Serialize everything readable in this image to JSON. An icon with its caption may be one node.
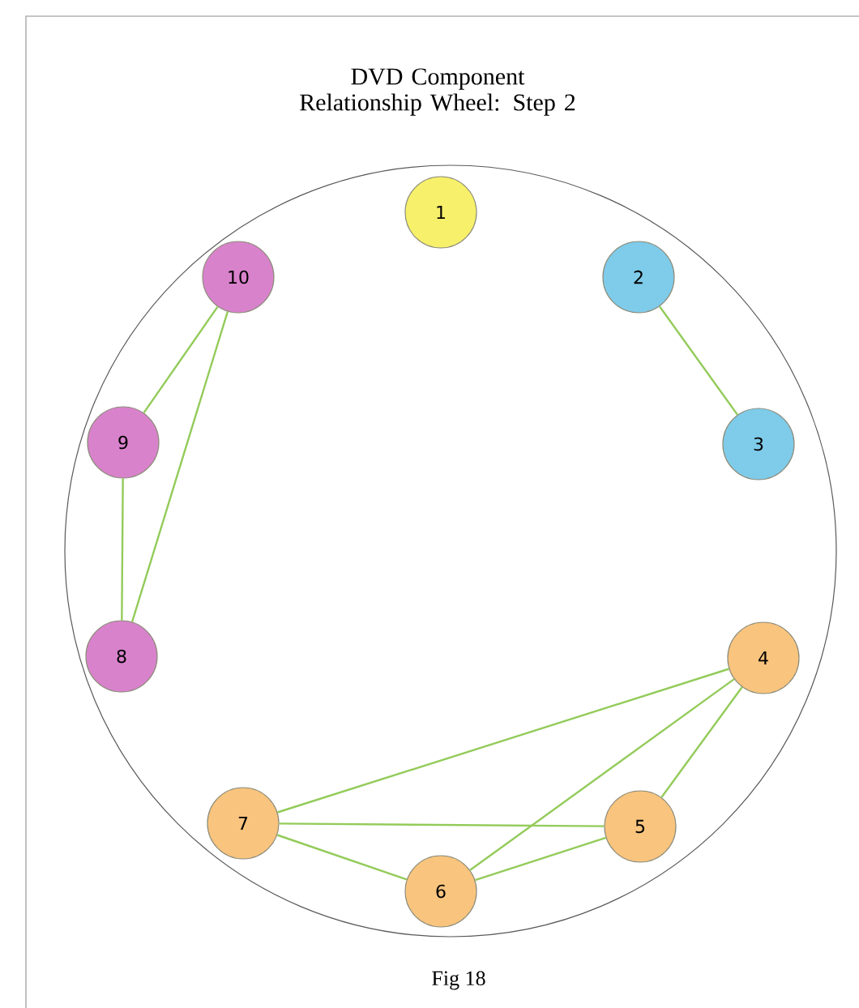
{
  "diagram": {
    "title": "DVD Component Relationship Wheel: Step 2",
    "caption": "Fig 18",
    "nodes": [
      {
        "text": [
          "1"
        ]
      },
      {
        "text": [
          "2"
        ]
      },
      {
        "text": [
          "3"
        ]
      },
      {
        "text": [
          "4"
        ]
      },
      {
        "text": [
          "5"
        ]
      },
      {
        "text": [
          "6"
        ]
      },
      {
        "text": [
          "7"
        ]
      },
      {
        "text": [
          "8"
        ]
      },
      {
        "text": [
          "9"
        ]
      },
      {
        "text": [
          "10"
        ]
      }
    ],
    "edges": [
      {
        "from": 1,
        "to": 2,
        "arrow": "none"
      },
      {
        "from": 9,
        "to": 8,
        "arrow": "none"
      },
      {
        "from": 9,
        "to": 7,
        "arrow": "none"
      },
      {
        "from": 8,
        "to": 7,
        "arrow": "none"
      },
      {
        "from": 3,
        "to": 6,
        "arrow": "none"
      },
      {
        "from": 3,
        "to": 5,
        "arrow": "none"
      },
      {
        "from": 3,
        "to": 4,
        "arrow": "none"
      },
      {
        "from": 6,
        "to": 4,
        "arrow": "none"
      },
      {
        "from": 6,
        "to": 5,
        "arrow": "none"
      },
      {
        "from": 5,
        "to": 4,
        "arrow": "none"
      }
    ]
  }
}
